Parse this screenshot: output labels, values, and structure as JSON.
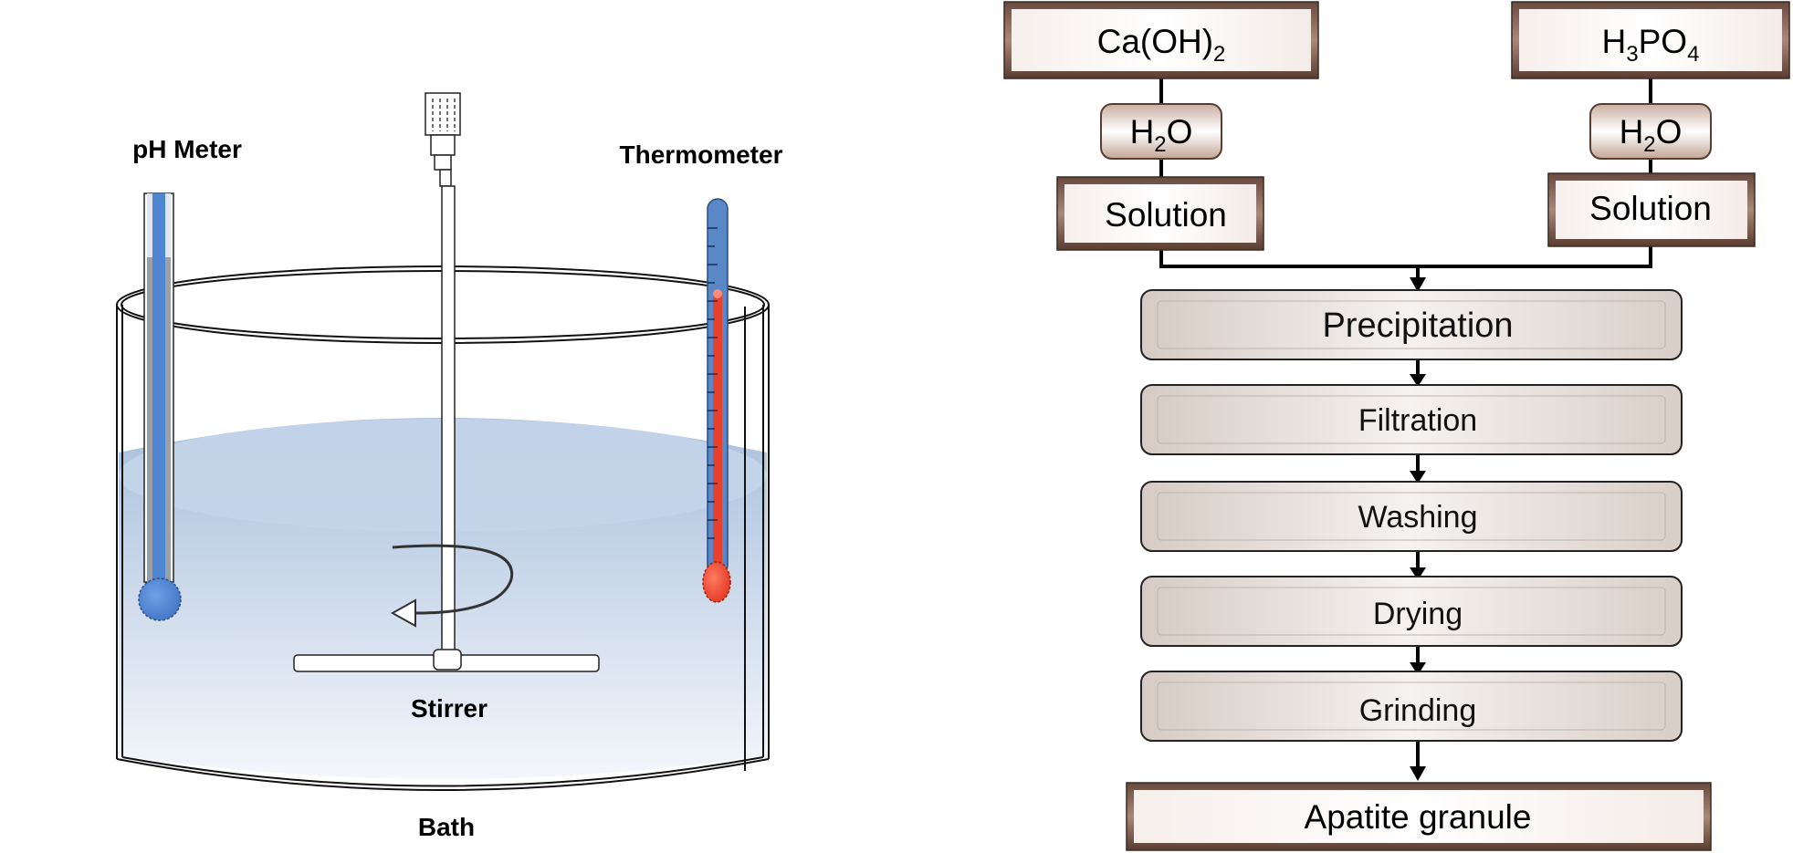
{
  "apparatus": {
    "ph_meter_label": "pH Meter",
    "thermometer_label": "Thermometer",
    "stirrer_label": "Stirrer",
    "bath_label": "Bath"
  },
  "flowchart": {
    "reagent_left": {
      "base": "Ca(OH)",
      "sub": "2",
      "tail": ""
    },
    "reagent_right": {
      "base": "H",
      "sub": "3",
      "tail": "PO",
      "sub2": "4"
    },
    "water": {
      "base": "H",
      "sub": "2",
      "tail": "O"
    },
    "solution_label": "Solution",
    "steps": [
      "Precipitation",
      "Filtration",
      "Washing",
      "Drying",
      "Grinding"
    ],
    "product": "Apatite granule"
  },
  "colors": {
    "ph_probe": "#4f86d2",
    "thermometer_liquid": "#e8402a",
    "bath_water_top": "#c5d5ea",
    "box_dark": "#7a5a4c"
  }
}
